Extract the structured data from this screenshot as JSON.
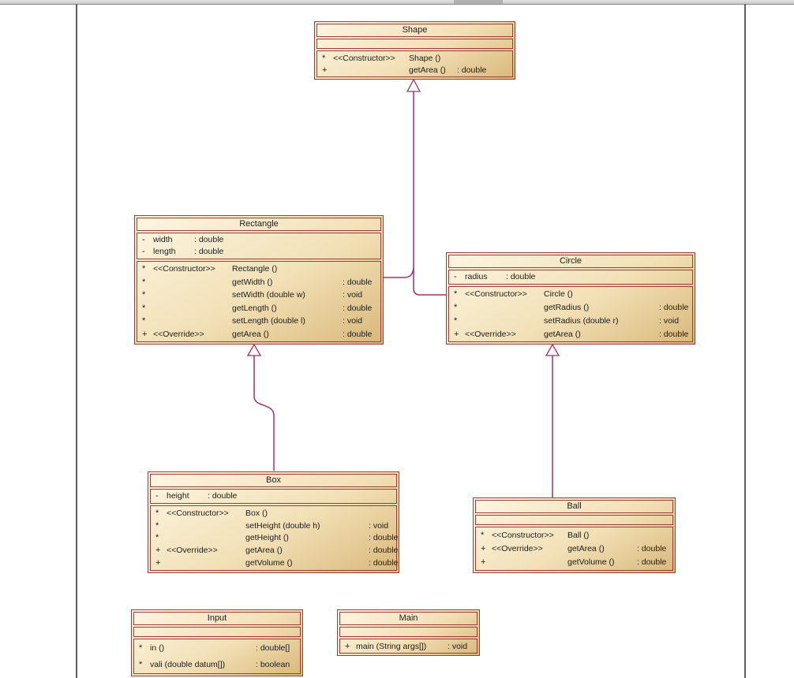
{
  "diagram": {
    "kind": "uml-class-diagram"
  },
  "colors": {
    "class_border": "#9c3a38",
    "connector": "#a03068",
    "fill_light": "#fdf6e2",
    "fill_mid": "#f2e0b6",
    "fill_dark": "#d9b87a",
    "text": "#1c1c1c",
    "guide": "#5f5f5f",
    "scrollbar": "#c8c8c8",
    "scrollbar_edge": "#8f8f8f",
    "scrollbar_thumb": "#b0b0b0"
  },
  "classes": {
    "shape": {
      "title": "Shape",
      "attributes": [],
      "operations": [
        {
          "marker": "*",
          "stereotype": "<<Constructor>>",
          "signature": "Shape ()",
          "type": ""
        },
        {
          "marker": "+",
          "stereotype": "",
          "signature": "getArea ()",
          "type": ": double"
        }
      ]
    },
    "rectangle": {
      "title": "Rectangle",
      "attributes": [
        {
          "marker": "-",
          "name": "width",
          "type": ": double"
        },
        {
          "marker": "-",
          "name": "length",
          "type": ": double"
        }
      ],
      "operations": [
        {
          "marker": "*",
          "stereotype": "<<Constructor>>",
          "signature": "Rectangle ()",
          "type": ""
        },
        {
          "marker": "*",
          "stereotype": "",
          "signature": "getWidth ()",
          "type": ": double"
        },
        {
          "marker": "*",
          "stereotype": "",
          "signature": "setWidth (double w)",
          "type": ": void"
        },
        {
          "marker": "*",
          "stereotype": "",
          "signature": "getLength ()",
          "type": ": double"
        },
        {
          "marker": "*",
          "stereotype": "",
          "signature": "setLength (double l)",
          "type": ": void"
        },
        {
          "marker": "+",
          "stereotype": "<<Override>>",
          "signature": "getArea ()",
          "type": ": double"
        }
      ]
    },
    "circle": {
      "title": "Circle",
      "attributes": [
        {
          "marker": "-",
          "name": "radius",
          "type": ": double"
        }
      ],
      "operations": [
        {
          "marker": "*",
          "stereotype": "<<Constructor>>",
          "signature": "Circle ()",
          "type": ""
        },
        {
          "marker": "*",
          "stereotype": "",
          "signature": "getRadius ()",
          "type": ": double"
        },
        {
          "marker": "*",
          "stereotype": "",
          "signature": "setRadius (double r)",
          "type": ": void"
        },
        {
          "marker": "+",
          "stereotype": "<<Override>>",
          "signature": "getArea ()",
          "type": ": double"
        }
      ]
    },
    "box": {
      "title": "Box",
      "attributes": [
        {
          "marker": "-",
          "name": "height",
          "type": ": double"
        }
      ],
      "operations": [
        {
          "marker": "*",
          "stereotype": "<<Constructor>>",
          "signature": "Box ()",
          "type": ""
        },
        {
          "marker": "*",
          "stereotype": "",
          "signature": "setHeight (double h)",
          "type": ": void"
        },
        {
          "marker": "*",
          "stereotype": "",
          "signature": "getHeight ()",
          "type": ": double"
        },
        {
          "marker": "+",
          "stereotype": "<<Override>>",
          "signature": "getArea ()",
          "type": ": double"
        },
        {
          "marker": "+",
          "stereotype": "",
          "signature": "getVolume ()",
          "type": ": double"
        }
      ]
    },
    "ball": {
      "title": "Ball",
      "attributes": [],
      "operations": [
        {
          "marker": "*",
          "stereotype": "<<Constructor>>",
          "signature": "Ball ()",
          "type": ""
        },
        {
          "marker": "+",
          "stereotype": "<<Override>>",
          "signature": "getArea ()",
          "type": ": double"
        },
        {
          "marker": "+",
          "stereotype": "",
          "signature": "getVolume ()",
          "type": ": double"
        }
      ]
    },
    "input": {
      "title": "Input",
      "attributes": [],
      "operations": [
        {
          "marker": "*",
          "stereotype": "",
          "signature": "in ()",
          "type": ": double[]"
        },
        {
          "marker": "*",
          "stereotype": "",
          "signature": "vali (double datum[])",
          "type": ": boolean"
        }
      ]
    },
    "main": {
      "title": "Main",
      "attributes": [],
      "operations": [
        {
          "marker": "+",
          "stereotype": "",
          "signature": "main (String args[])",
          "type": ": void"
        }
      ]
    }
  },
  "relations": [
    {
      "type": "generalization",
      "from": "Rectangle",
      "to": "Shape"
    },
    {
      "type": "generalization",
      "from": "Circle",
      "to": "Shape"
    },
    {
      "type": "generalization",
      "from": "Box",
      "to": "Rectangle"
    },
    {
      "type": "generalization",
      "from": "Ball",
      "to": "Circle"
    }
  ]
}
